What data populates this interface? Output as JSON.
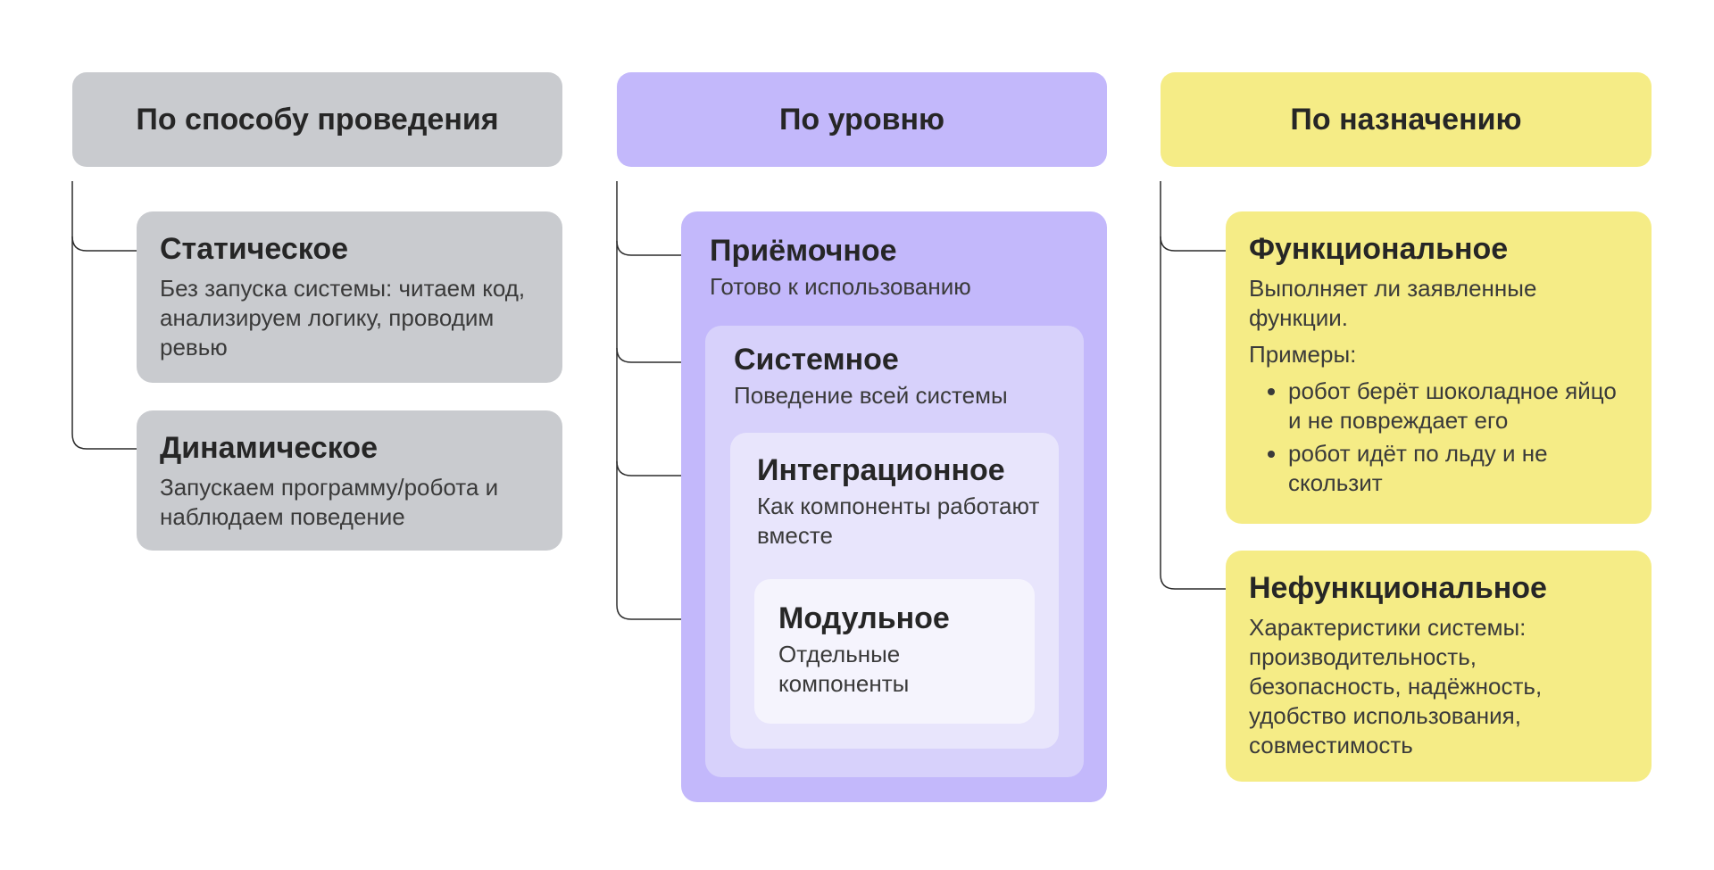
{
  "columns": {
    "method": {
      "header": "По способу проведения",
      "static": {
        "title": "Статическое",
        "desc": "Без запуска системы: читаем код, анализируем логику, проводим ревью"
      },
      "dynamic": {
        "title": "Динамическое",
        "desc": "Запускаем программу/робота и наблюдаем поведение"
      }
    },
    "level": {
      "header": "По уровню",
      "acceptance": {
        "title": "Приёмочное",
        "desc": "Готово к использованию"
      },
      "system": {
        "title": "Системное",
        "desc": "Поведение всей системы"
      },
      "integration": {
        "title": "Интеграционное",
        "desc": "Как компоненты работают вместе"
      },
      "unit": {
        "title": "Модульное",
        "desc": "Отдельные компоненты"
      }
    },
    "purpose": {
      "header": "По назначению",
      "functional": {
        "title": "Функциональное",
        "desc": "Выполняет ли заявленные функции.",
        "examples_label": "Примеры:",
        "examples": [
          "робот берёт шоколадное яйцо и не повреждает его",
          "робот идёт по льду и не скользит"
        ]
      },
      "nonfunctional": {
        "title": "Нефункциональное",
        "desc": "Характеристики системы: производительность, безопасность, надёжность, удобство использования, совместимость"
      }
    }
  },
  "colors": {
    "gray": "#c9cbcf",
    "purple": "#c3b8fb",
    "yellow": "#f5ec86",
    "connector": "#2b2b2b"
  }
}
